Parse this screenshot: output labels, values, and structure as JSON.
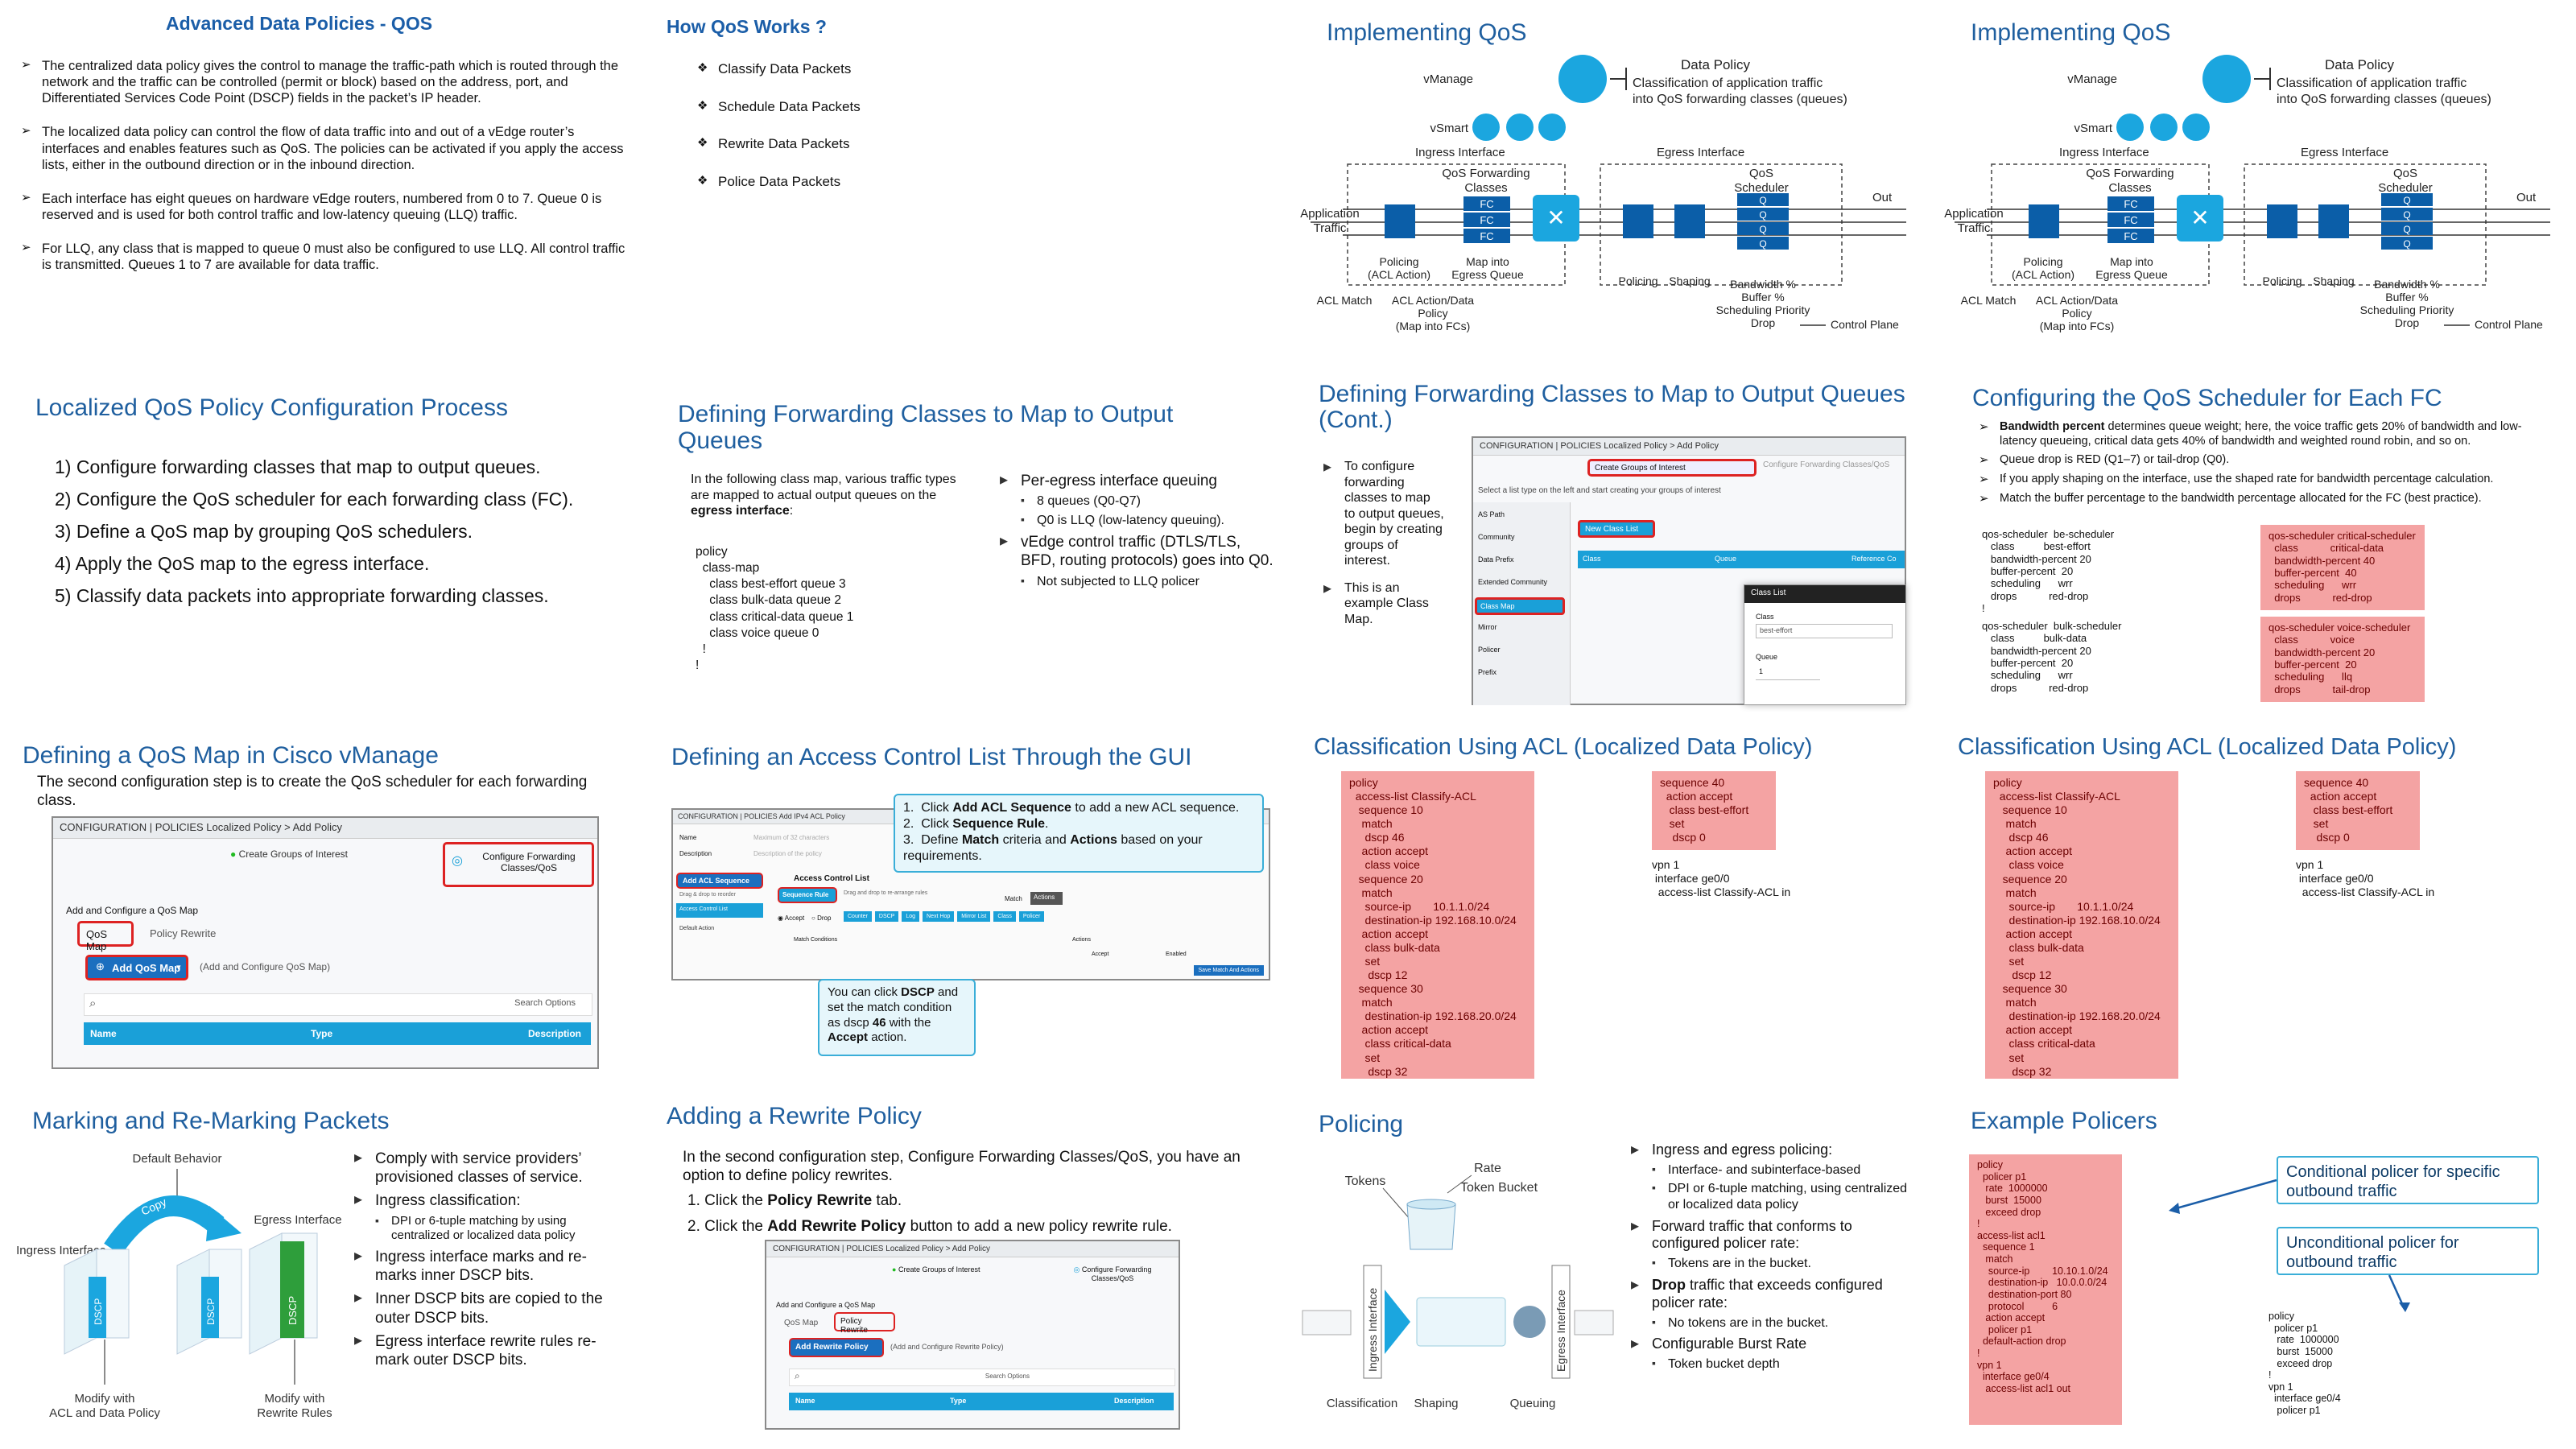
{
  "s1": {
    "title": "Advanced Data Policies - QOS",
    "bullets": [
      "The centralized data policy gives the control to manage the traffic-path which is routed through the network and the traffic can be controlled (permit or block) based on the address, port, and Differentiated Services Code Point (DSCP) fields in the packet’s IP header.",
      "The localized data policy can control the flow of data traffic into and out of a vEdge router’s interfaces and enables features such as QoS. The policies can be activated if you apply the access lists, either in the outbound direction or in the inbound direction.",
      "Each interface has eight queues on hardware vEdge routers, numbered from 0 to 7. Queue 0 is reserved and is used for both control traffic and low-latency queuing (LLQ) traffic.",
      "For LLQ, any class that is mapped to queue 0 must also be configured to use LLQ. All control traffic is transmitted. Queues 1 to 7 are available for data traffic."
    ]
  },
  "s2": {
    "title": "How QoS Works ?",
    "items": [
      "Classify Data Packets",
      "Schedule Data Packets",
      "Rewrite Data Packets",
      "Police Data Packets"
    ]
  },
  "s3": {
    "title": "Implementing QoS",
    "vmanage": "vManage",
    "vsmart": "vSmart",
    "data_policy_title": "Data Policy",
    "data_policy_desc1": "Classification of application traffic",
    "data_policy_desc2": "into QoS forwarding classes (queues)",
    "ingress": "Ingress Interface",
    "egress": "Egress Interface",
    "qos_fc": "QoS Forwarding",
    "classes": "Classes",
    "qos_sched": "QoS",
    "scheduler": "Scheduler",
    "fc": "FC",
    "q": "Q",
    "app_traffic1": "Application",
    "app_traffic2": "Traffic",
    "out": "Out",
    "policing": "Policing",
    "acl_action": "(ACL Action)",
    "map_into": "Map into",
    "egress_queue": "Egress Queue",
    "acl_match": "ACL Match",
    "acl_data1": "ACL Action/Data",
    "acl_data2": "Policy",
    "acl_data3": "(Map into FCs)",
    "policing2": "Policing",
    "shaping": "Shaping",
    "bw1": "Bandwidth %",
    "bw2": "Buffer %",
    "bw3": "Scheduling Priority",
    "bw4": "Drop",
    "control_plane": "Control Plane"
  },
  "s5": {
    "title": "Localized QoS Policy Configuration Process",
    "steps": [
      "1)  Configure forwarding classes that map to output queues.",
      "2)  Configure the QoS scheduler for each forwarding class (FC).",
      "3)  Define a QoS map by grouping QoS schedulers.",
      "4)  Apply the QoS map to the egress interface.",
      "5)  Classify data packets into appropriate forwarding classes."
    ]
  },
  "s6": {
    "title": "Defining Forwarding Classes to Map to Output Queues",
    "intro1": "In the following class map, various traffic types are mapped to actual output queues on the ",
    "intro_bold": "egress interface",
    "intro2": ":",
    "code": "policy\n  class-map\n    class best-effort queue 3\n    class bulk-data queue 2\n    class critical-data queue 1\n    class voice queue 0\n  !\n!",
    "b1": "Per-egress interface queuing",
    "b1s1": "8 queues (Q0-Q7)",
    "b1s2": "Q0 is LLQ (low-latency queuing).",
    "b2": "vEdge control traffic (DTLS/TLS, BFD, routing protocols) goes into Q0.",
    "b2s1": "Not subjected to LLQ policer"
  },
  "s7": {
    "title": "Defining Forwarding Classes to Map to Output Queues (Cont.)",
    "b1": "To configure forwarding classes to map to output queues, begin by creating groups of interest.",
    "b2": "This is an example Class Map.",
    "gui_header": "CONFIGURATION | POLICIES  Localized Policy > Add Policy",
    "gui_step1": "Create Groups of Interest",
    "gui_step2": "Configure Forwarding Classes/QoS",
    "gui_hint": "Select a list type on the left and start creating your groups of interest",
    "gui_new": "New Class List",
    "gui_list": [
      "AS Path",
      "Community",
      "Data Prefix",
      "Extended Community",
      "Class Map",
      "Mirror",
      "Policer",
      "Prefix"
    ],
    "gui_col1": "Class",
    "gui_col2": "Queue",
    "gui_col3": "Reference Co",
    "panel_title": "Class List",
    "panel_class": "Class",
    "panel_val": "best-effort",
    "panel_queue": "Queue",
    "panel_q": "1"
  },
  "s8": {
    "title": "Configuring the QoS Scheduler for Each FC",
    "b1_bold": "Bandwidth percent",
    "b1": " determines queue weight; here, the voice traffic gets 20% of bandwidth and low-latency queueing, critical data gets 40% of bandwidth and weighted round robin, and so on.",
    "b2": "Queue drop is RED (Q1–7) or tail-drop (Q0).",
    "b3": "If you apply shaping on the interface, use the shaped rate for bandwidth percentage calculation.",
    "b4": "Match the buffer percentage to the bandwidth percentage allocated for the FC (best practice).",
    "code1": "qos-scheduler  be-scheduler\n   class          best-effort\n   bandwidth-percent 20\n   buffer-percent  20\n   scheduling      wrr\n   drops           red-drop\n!",
    "code2": "qos-scheduler  bulk-scheduler\n   class          bulk-data\n   bandwidth-percent 20\n   buffer-percent  20\n   scheduling      wrr\n   drops           red-drop",
    "pink1": "qos-scheduler critical-scheduler\n  class           critical-data\n  bandwidth-percent 40\n  buffer-percent  40\n  scheduling      wrr\n  drops           red-drop",
    "pink2": "qos-scheduler voice-scheduler\n  class           voice\n  bandwidth-percent 20\n  buffer-percent  20\n  scheduling      llq\n  drops           tail-drop"
  },
  "s9": {
    "title": "Defining a QoS Map in Cisco vManage",
    "intro": "The second configuration step is to create the QoS scheduler for each forwarding class.",
    "gui_header": "CONFIGURATION | POLICIES   Localized Policy > Add Policy",
    "step1": "Create Groups of Interest",
    "step2": "Configure Forwarding Classes/QoS",
    "add_label": "Add and Configure a QoS Map",
    "tab1": "QoS Map",
    "tab2": "Policy Rewrite",
    "btn": "Add QoS Map",
    "btn_hint": "(Add and Configure QoS Map)",
    "search": "Search Options",
    "col1": "Name",
    "col2": "Type",
    "col3": "Description"
  },
  "s10": {
    "title": "Defining an Access Control List Through the GUI",
    "step1a": "Click ",
    "step1b": "Add ACL Sequence",
    "step1c": " to add a new ACL sequence.",
    "step2a": "Click ",
    "step2b": "Sequence Rule",
    "step2c": ".",
    "step3a": "Define ",
    "step3b": "Match",
    "step3c": " criteria and ",
    "step3d": "Actions",
    "step3e": " based on your requirements.",
    "gui_header": "CONFIGURATION | POLICIES  Add IPv4 ACL Policy",
    "name_label": "Name",
    "name_ph": "Maximum of 32 characters",
    "desc_label": "Description",
    "desc_ph": "Description of the policy",
    "add_acl": "Add ACL Sequence",
    "drag": "Drag & drop to reorder",
    "acl_list": "Access Control List",
    "seq_rule": "Sequence Rule",
    "drag2": "Drag and drop to re-arrange rules",
    "default_action": "Default Action",
    "match_label": "Match Conditions",
    "actions_label": "Actions",
    "match": "Match",
    "actions": "Actions",
    "accept": "Accept",
    "drop": "Drop",
    "chips": [
      "Counter",
      "DSCP",
      "Log",
      "Next Hop",
      "Mirror List",
      "Class",
      "Policer"
    ],
    "accept2": "Accept",
    "enabled": "Enabled",
    "save_btn": "Save Match And Actions",
    "callout1": "You can click ",
    "callout_b1": "DSCP",
    "callout2": " and set the match condition as dscp ",
    "callout_b2": "46",
    "callout3": " with the ",
    "callout_b3": "Accept",
    "callout4": " action."
  },
  "s11": {
    "title": "Classification Using ACL (Localized Data Policy)",
    "code1": "policy\n  access-list Classify-ACL\n   sequence 10\n    match\n     dscp 46\n    action accept\n     class voice\n   sequence 20\n    match\n     source-ip       10.1.1.0/24\n     destination-ip 192.168.10.0/24\n    action accept\n     class bulk-data\n     set\n      dscp 12\n   sequence 30\n    match\n     destination-ip 192.168.20.0/24\n    action accept\n     class critical-data\n     set\n      dscp 32",
    "code2": "sequence 40\n  action accept\n   class best-effort\n   set\n    dscp 0",
    "code3": "vpn 1\n interface ge0/0\n  access-list Classify-ACL in"
  },
  "s13": {
    "title": "Marking and Re-Marking Packets",
    "default_behavior": "Default Behavior",
    "copy": "Copy",
    "egress": "Egress Interface",
    "ingress": "Ingress Interface",
    "dscp": "DSCP",
    "modify1a": "Modify with",
    "modify1b": "ACL and Data Policy",
    "modify2a": "Modify with",
    "modify2b": "Rewrite Rules",
    "b1": "Comply with service providers’ provisioned classes of service.",
    "b2": "Ingress classification:",
    "b2s1": "DPI or 6-tuple matching by using centralized or localized data policy",
    "b3": "Ingress interface marks and re-marks inner DSCP bits.",
    "b4": "Inner DSCP bits are copied to the outer DSCP bits.",
    "b5": "Egress interface rewrite rules re-mark outer DSCP bits."
  },
  "s14": {
    "title": "Adding a Rewrite Policy",
    "intro": "In the second configuration step, Configure Forwarding Classes/QoS, you have an option to define policy rewrites.",
    "step1a": "1.  Click the ",
    "step1b": "Policy Rewrite",
    "step1c": " tab.",
    "step2a": "2.  Click the ",
    "step2b": "Add Rewrite Policy",
    "step2c": " button to add a new policy rewrite rule.",
    "gui_header": "CONFIGURATION | POLICIES   Localized Policy > Add Policy",
    "step_g1": "Create Groups of Interest",
    "step_g2": "Configure Forwarding Classes/QoS",
    "add_label": "Add and Configure a QoS Map",
    "tab1": "QoS Map",
    "tab2": "Policy Rewrite",
    "btn": "Add Rewrite Policy",
    "btn_hint": "(Add and Configure Rewrite Policy)",
    "search": "Search Options",
    "col1": "Name",
    "col2": "Type",
    "col3": "Description"
  },
  "s15": {
    "title": "Policing",
    "tokens": "Tokens",
    "rate": "Rate",
    "bucket": "Token Bucket",
    "ingress_if": "Ingress Interface",
    "egress_if": "Egress Interface",
    "classification": "Classification",
    "shaping": "Shaping",
    "queuing": "Queuing",
    "b1": "Ingress and egress policing:",
    "b1s1": "Interface- and subinterface-based",
    "b1s2": "DPI or 6-tuple matching, using centralized or localized data policy",
    "b2": "Forward traffic that conforms to configured policer rate:",
    "b2s1": "Tokens are in the bucket.",
    "b3_bold": "Drop",
    "b3": " traffic that exceeds configured policer rate:",
    "b3s1": "No tokens are in the bucket.",
    "b4": "Configurable Burst Rate",
    "b4s1": "Token bucket depth"
  },
  "s16": {
    "title": "Example Policers",
    "code1": "policy\n  policer p1\n   rate  1000000\n   burst  15000\n   exceed drop\n!\naccess-list acl1\n  sequence 1\n   match\n    source-ip        10.10.1.0/24\n    destination-ip   10.0.0.0/24\n    destination-port 80\n    protocol          6\n   action accept\n    policer p1\n  default-action drop\n!\nvpn 1\n  interface ge0/4\n   access-list acl1 out",
    "call1": "Conditional policer for specific outbound traffic",
    "call2": "Unconditional policer for outbound traffic",
    "code2a": "policy\n  policer p1\n   rate  1000000\n   burst  15000\n   exceed drop\n!\nvpn 1\n  interface ge0/4\n   policer p1"
  }
}
